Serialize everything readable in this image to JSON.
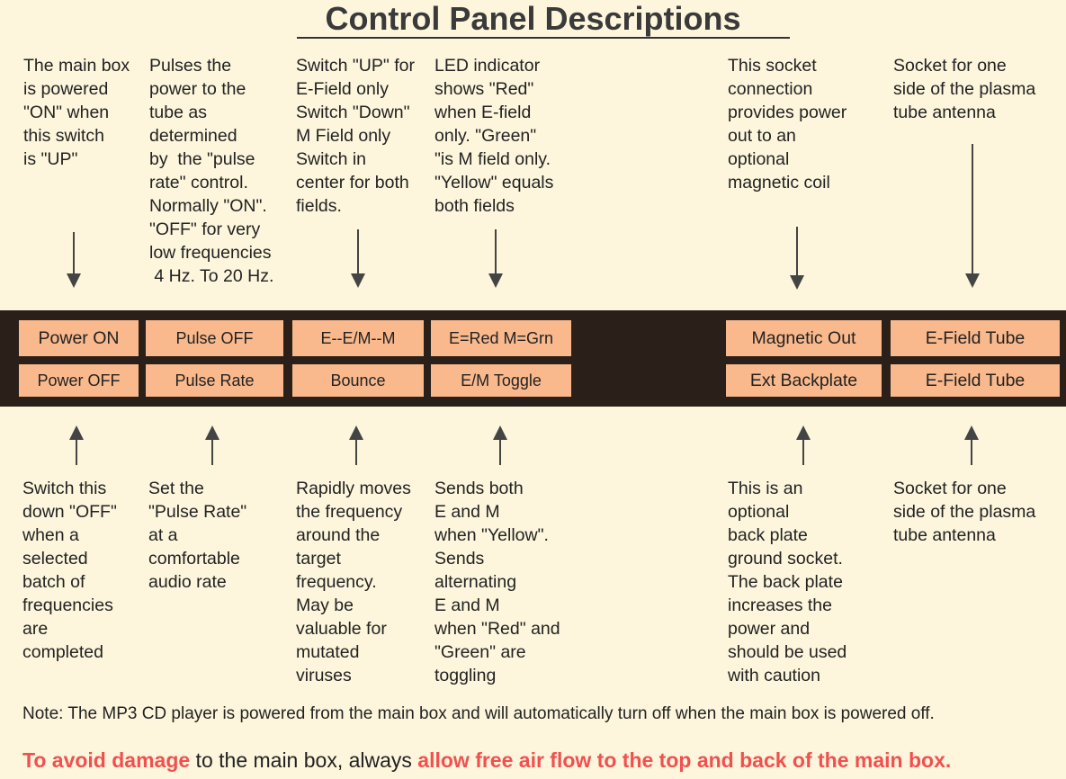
{
  "title": "Control Panel Descriptions",
  "top_descriptions": [
    "The main box\nis powered\n\"ON\" when\nthis switch\nis \"UP\"",
    "Pulses the\npower to the\ntube as\ndetermined\nby  the \"pulse\nrate\" control.\nNormally \"ON\".\n\"OFF\" for very\nlow frequencies\n 4 Hz. To 20 Hz.",
    "Switch \"UP\" for\nE-Field only\nSwitch \"Down\"\nM Field only\nSwitch in\ncenter for both\nfields.",
    "LED indicator\nshows \"Red\"\nwhen E-field\nonly. \"Green\"\n\"is M field only.\n\"Yellow\" equals\nboth fields",
    "This socket\nconnection\nprovides power\nout to an\noptional\nmagnetic coil",
    "Socket for one\nside of the plasma\ntube antenna"
  ],
  "panel": {
    "top_row": [
      "Power ON",
      "Pulse OFF",
      "E--E/M--M",
      "E=Red  M=Grn",
      "Magnetic Out",
      "E-Field Tube"
    ],
    "bottom_row": [
      "Power OFF",
      "Pulse Rate",
      "Bounce",
      "E/M Toggle",
      "Ext Backplate",
      "E-Field Tube"
    ]
  },
  "bottom_descriptions": [
    "Switch this\ndown \"OFF\"\nwhen a\nselected\nbatch of\nfrequencies\nare\ncompleted",
    "Set the\n\"Pulse Rate\"\nat a\ncomfortable\naudio rate",
    "Rapidly moves\nthe frequency\naround the\ntarget\nfrequency.\nMay be\nvaluable for\nmutated\nviruses",
    "Sends both\nE and M\nwhen \"Yellow\".\nSends\nalternating\nE and M\nwhen \"Red\" and\n\"Green\" are\ntoggling",
    "This is an\noptional\nback plate\nground socket.\nThe back plate\nincreases the\npower and\nshould be used\nwith caution",
    "Socket for one\nside of the plasma\ntube antenna"
  ],
  "note": "Note: The MP3 CD player is powered from the main box and will automatically turn off when the main box is powered off.",
  "warning": {
    "part1": "To avoid damage",
    "part2": " to the main box, always ",
    "part3": "allow free air flow to the top and back of the main box."
  },
  "colors": {
    "background": "#fdf6dc",
    "panel": "#2a2019",
    "button": "#f9b98c",
    "warning_red": "#f05050"
  }
}
